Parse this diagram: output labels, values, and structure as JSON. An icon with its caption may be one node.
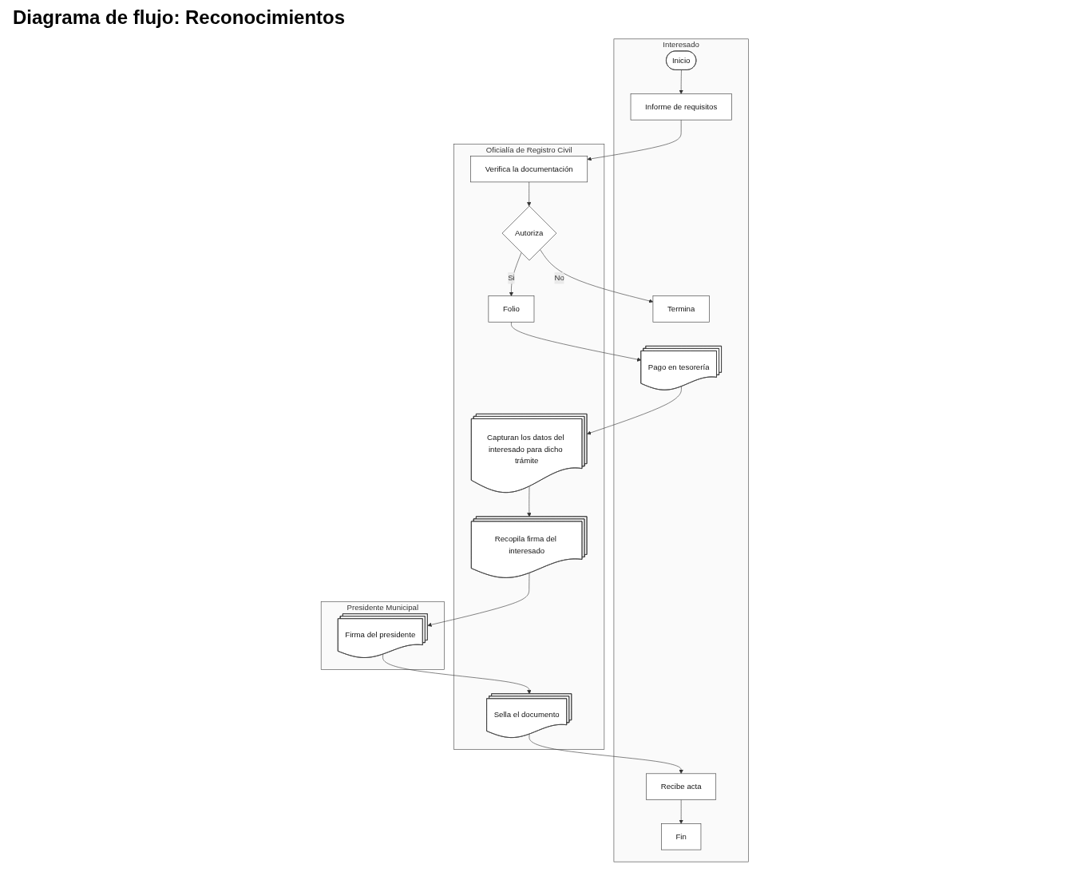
{
  "diagram": {
    "title": "Diagrama de flujo: Reconocimientos",
    "nodes": [
      {
        "text": [
          "Interesado"
        ]
      },
      {
        "text": [
          "Inicio"
        ],
        "in": 0
      },
      {
        "text": [
          "Informe de requisitos"
        ],
        "in": 0
      },
      {
        "text": [
          "Termina"
        ],
        "in": 0
      },
      {
        "text": [
          "Pago en tesorería"
        ],
        "in": 0
      },
      {
        "text": [
          "Recibe acta"
        ],
        "in": 0
      },
      {
        "text": [
          "Fin"
        ],
        "in": 0
      },
      {
        "text": [
          "Oficialía de Registro Civil"
        ]
      },
      {
        "text": [
          "Verifica la documentación"
        ],
        "in": 7
      },
      {
        "text": [
          "Autoriza"
        ],
        "in": 7
      },
      {
        "text": [
          "Folio"
        ],
        "in": 7
      },
      {
        "text": [
          "Capturan los datos del interesado para dicho trámite"
        ],
        "in": 7
      },
      {
        "text": [
          "Recopila firma del interesado"
        ],
        "in": 7
      },
      {
        "text": [
          "Sella el documento"
        ],
        "in": 7
      },
      {
        "text": [
          "Presidente Municipal"
        ]
      },
      {
        "text": [
          "Firma del presidente"
        ],
        "in": 14
      }
    ],
    "edges": [
      {
        "from": 1,
        "to": 2,
        "arrow": "to"
      },
      {
        "from": 2,
        "to": 8,
        "arrow": "to"
      },
      {
        "from": 8,
        "to": 9,
        "arrow": "to"
      },
      {
        "from": 9,
        "to": 3,
        "arrow": "to",
        "label": "No"
      },
      {
        "from": 9,
        "to": 10,
        "arrow": "to",
        "label": "Si"
      },
      {
        "from": 10,
        "to": 4,
        "arrow": "to"
      },
      {
        "from": 4,
        "to": 11,
        "arrow": "to"
      },
      {
        "from": 11,
        "to": 12,
        "arrow": "to"
      },
      {
        "from": 12,
        "to": 15,
        "arrow": "to"
      },
      {
        "from": 15,
        "to": 13,
        "arrow": "to"
      },
      {
        "from": 13,
        "to": 5,
        "arrow": "to"
      },
      {
        "from": 5,
        "to": 6,
        "arrow": "to"
      }
    ]
  }
}
